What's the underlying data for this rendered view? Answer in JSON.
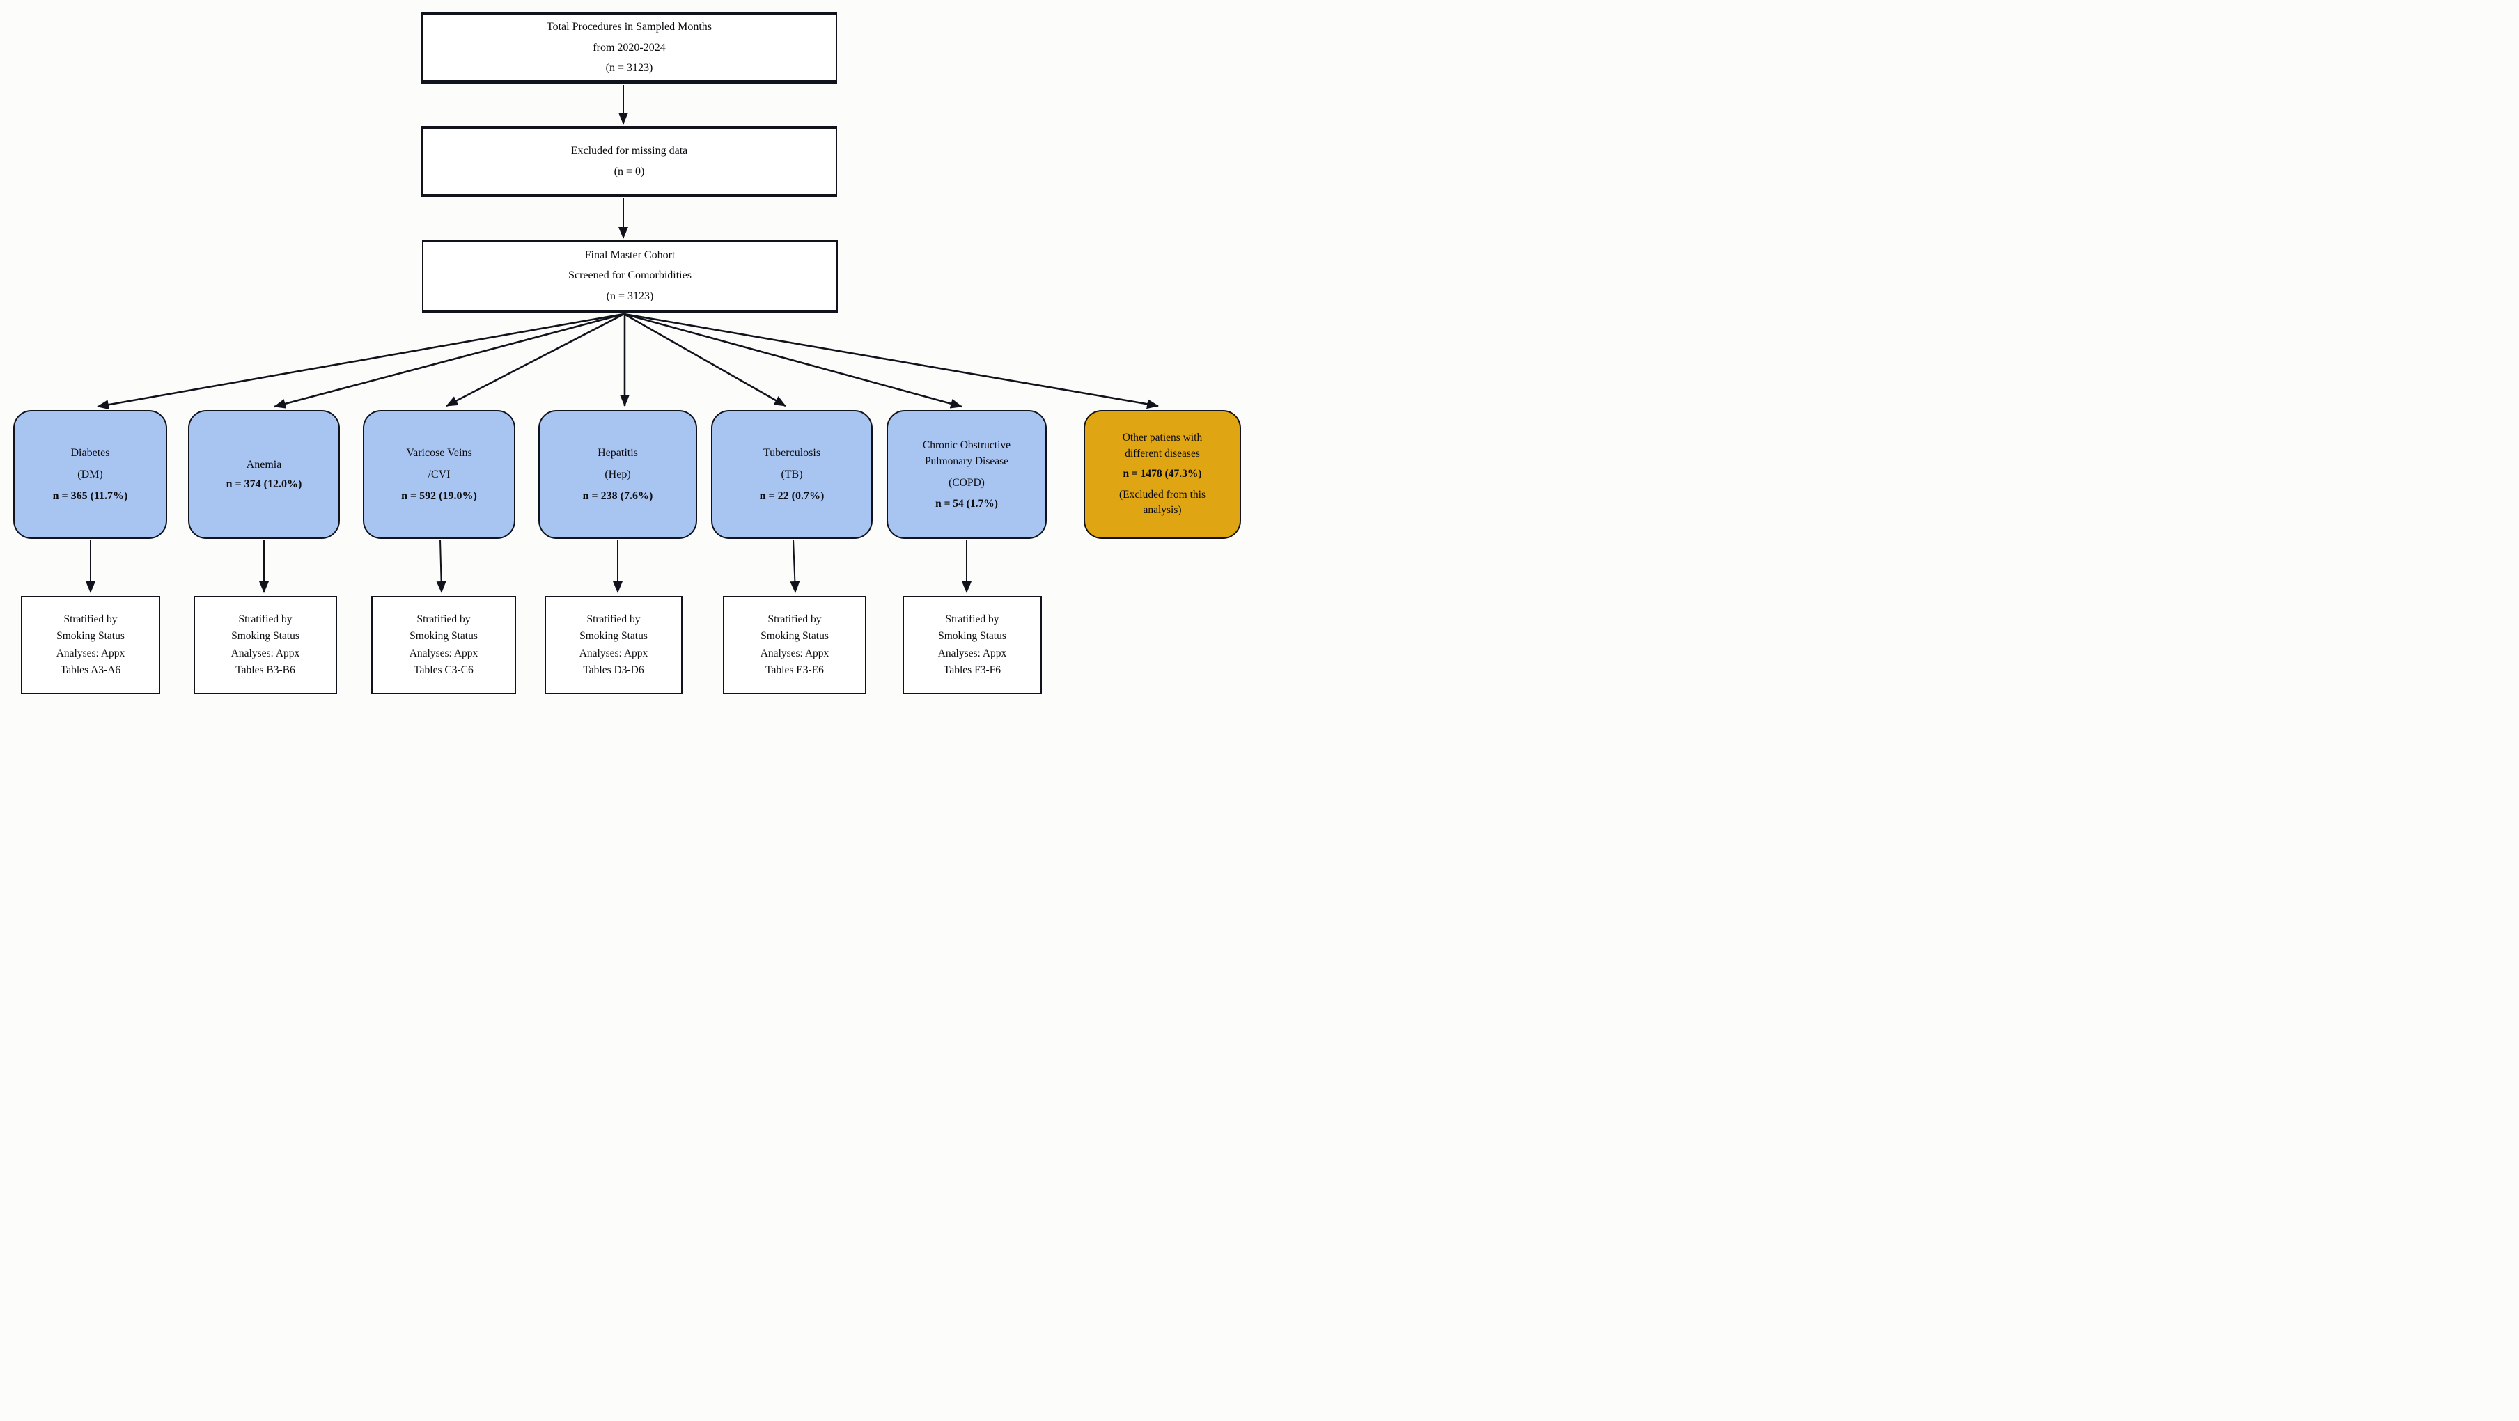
{
  "diagram": {
    "steps": [
      {
        "id": "total-procedures",
        "lines": [
          "Total Procedures in Sampled Months",
          "from 2020-2024",
          "(n = 3123)"
        ]
      },
      {
        "id": "excluded-missing-data",
        "lines": [
          "Excluded for missing data",
          "(n = 0)"
        ]
      },
      {
        "id": "final-master-cohort",
        "lines": [
          "Final Master Cohort",
          "Screened for Comorbidities",
          "(n = 3123)"
        ]
      }
    ],
    "comorbidity_boxes": [
      {
        "id": "diabetes",
        "lines": [
          "Diabetes",
          "(DM)",
          "n = 365 (11.7%)"
        ]
      },
      {
        "id": "anemia",
        "lines": [
          "Anemia",
          "n = 374 (12.0%)"
        ]
      },
      {
        "id": "varicose-veins-cvi",
        "lines": [
          "Varicose Veins",
          "/CVI",
          "n = 592 (19.0%)"
        ]
      },
      {
        "id": "hepatitis",
        "lines": [
          "Hepatitis",
          "(Hep)",
          "n = 238 (7.6%)"
        ]
      },
      {
        "id": "tuberculosis",
        "lines": [
          "Tuberculosis",
          "(TB)",
          "n = 22 (0.7%)"
        ]
      },
      {
        "id": "copd",
        "lines": [
          "Chronic Obstructive",
          "Pulmonary Disease",
          "(COPD)",
          "n = 54 (1.7%)"
        ]
      },
      {
        "id": "other-diseases",
        "lines": [
          "Other patiens with",
          "different diseases",
          "n = 1478 (47.3%)",
          "(Excluded from this",
          "analysis)"
        ]
      }
    ],
    "stratified_boxes": [
      {
        "id": "stratified-diabetes",
        "lines": [
          "Stratified by",
          "Smoking Status",
          "Analyses: Appx",
          "Tables A3-A6"
        ]
      },
      {
        "id": "stratified-anemia",
        "lines": [
          "Stratified by",
          "Smoking Status",
          "Analyses: Appx",
          "Tables B3-B6"
        ]
      },
      {
        "id": "stratified-varicose",
        "lines": [
          "Stratified by",
          "Smoking Status",
          "Analyses: Appx",
          "Tables C3-C6"
        ]
      },
      {
        "id": "stratified-hepatitis",
        "lines": [
          "Stratified by",
          "Smoking Status",
          "Analyses: Appx",
          "Tables D3-D6"
        ]
      },
      {
        "id": "stratified-tuberculosis",
        "lines": [
          "Stratified by",
          "Smoking Status",
          "Analyses: Appx",
          "Tables E3-E6"
        ]
      },
      {
        "id": "stratified-copd",
        "lines": [
          "Stratified by",
          "Smoking Status",
          "Analyses: Appx",
          "Tables F3-F6"
        ]
      }
    ],
    "colors": {
      "comorbidity_fill": "#a8c4f0",
      "excluded_fill": "#dfa513",
      "border": "#11131c",
      "arrow": "#11131c",
      "background": "#fcfcfa"
    }
  }
}
